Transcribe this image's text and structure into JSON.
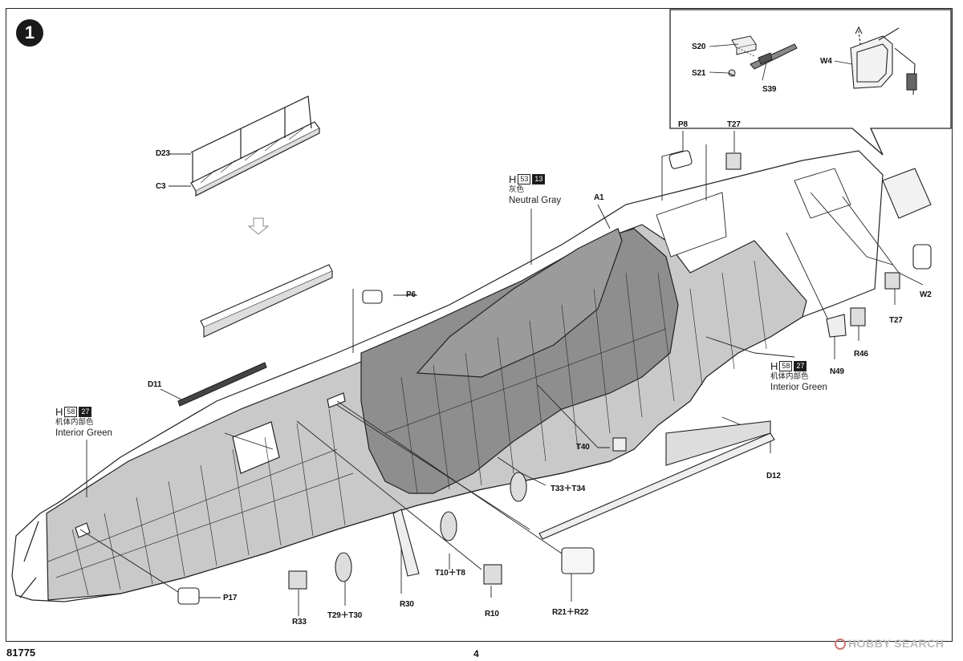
{
  "step_number": "1",
  "parts": {
    "D23": "D23",
    "C3": "C3",
    "P6": "P6",
    "D11": "D11",
    "A1": "A1",
    "P8": "P8",
    "T27_top": "T27",
    "W2": "W2",
    "T27_side": "T27",
    "R46": "R46",
    "N49": "N49",
    "T40": "T40",
    "D12": "D12",
    "T33_T34": "T33＋T34",
    "T10_T8": "T10＋T8",
    "R10": "R10",
    "R21_R22": "R21＋R22",
    "R30": "R30",
    "T29_T30": "T29＋T30",
    "R33": "R33",
    "P17": "P17",
    "S20": "S20",
    "S21": "S21",
    "S39": "S39",
    "W4": "W4"
  },
  "paint_callouts": {
    "gray": {
      "letter": "H",
      "code": "53",
      "code2": "13",
      "cn": "灰色",
      "en": "Neutral Gray"
    },
    "green_left": {
      "letter": "H",
      "code": "58",
      "code2": "27",
      "cn": "机体内部色",
      "en": "Interior Green"
    },
    "green_right": {
      "letter": "H",
      "code": "58",
      "code2": "27",
      "cn": "机体内部色",
      "en": "Interior Green"
    }
  },
  "footer": {
    "kit_number": "81775",
    "page_number": "4"
  },
  "watermark": {
    "text": "HOBBY SEARCH"
  },
  "colors": {
    "neutral_gray": "#8a8a8a",
    "interior_green": "#c8c8c8",
    "line": "#222222"
  }
}
